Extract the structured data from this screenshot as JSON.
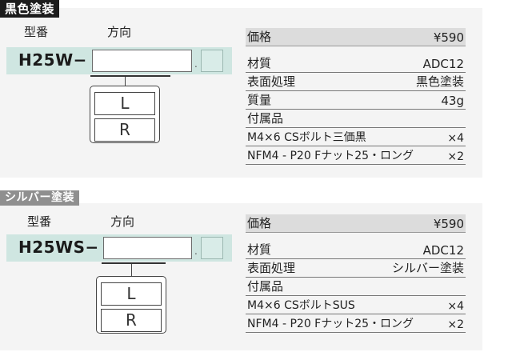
{
  "sections": [
    {
      "tag": "黒色塗装",
      "col_model": "型番",
      "col_direction": "方向",
      "model_code": "H25W−",
      "dot": ".",
      "lr": [
        "L",
        "R"
      ],
      "price_label": "価格",
      "price": "¥590",
      "specs": [
        {
          "k": "材質",
          "v": "ADC12"
        },
        {
          "k": "表面処理",
          "v": "黒色塗装"
        },
        {
          "k": "質量",
          "v": "43g"
        },
        {
          "k": "付属品",
          "v": ""
        }
      ],
      "accessories": [
        {
          "k": "M4×6 CSボルト三価黒",
          "v": "×4"
        },
        {
          "k": "NFM4 - P20 Fナット25・ロング",
          "v": "×2"
        }
      ]
    },
    {
      "tag": "シルバー塗装",
      "col_model": "型番",
      "col_direction": "方向",
      "model_code": "H25WS−",
      "dot": ".",
      "lr": [
        "L",
        "R"
      ],
      "price_label": "価格",
      "price": "¥590",
      "specs": [
        {
          "k": "材質",
          "v": "ADC12"
        },
        {
          "k": "表面処理",
          "v": "シルバー塗装"
        },
        {
          "k": "付属品",
          "v": ""
        }
      ],
      "accessories": [
        {
          "k": "M4×6 CSボルトSUS",
          "v": "×4"
        },
        {
          "k": "NFM4 - P20 Fナット25・ロング",
          "v": "×2"
        }
      ]
    }
  ]
}
